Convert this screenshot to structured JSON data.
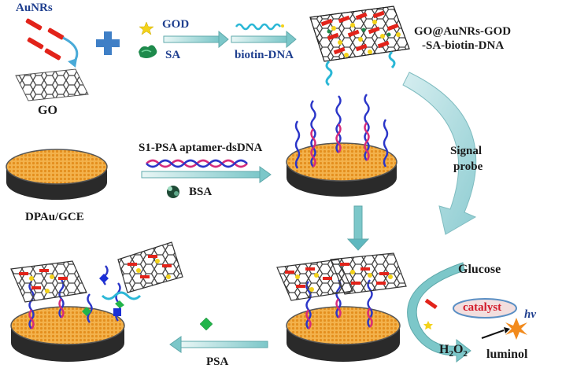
{
  "labels": {
    "aunrs": "AuNRs",
    "go": "GO",
    "god": "GOD",
    "sa": "SA",
    "biotin_dna": "biotin-DNA",
    "probe_line1": "GO@AuNRs-GOD",
    "probe_line2": "-SA-biotin-DNA",
    "s1_psa": "S1-PSA aptamer-dsDNA",
    "bsa": "BSA",
    "electrode": "DPAu/GCE",
    "signal_line1": "Signal",
    "signal_line2": "probe",
    "glucose": "Glucose",
    "catalyst": "catalyst",
    "hv": "hv",
    "h2o2_main": "H",
    "h2o2_sub": "2",
    "h2o2_mid": "O",
    "h2o2_sub2": "2",
    "luminol": "luminol",
    "psa": "PSA"
  },
  "colors": {
    "arrow_fill": "#5fb8bf",
    "arrow_light": "#cfe7ea",
    "electrode_surface": "#f0a93c",
    "electrode_base": "#2a2a2a",
    "dna_red": "#d62b7a",
    "dna_blue": "#2a35c8",
    "dna_cyan": "#2ab7d6",
    "aunr_red": "#e2231a",
    "god_yellow": "#f3d21a",
    "sa_green": "#1e8a4c",
    "psa_green": "#22b44a",
    "psa_blue": "#1b2fd6",
    "graphene": "#3c3c3c"
  }
}
